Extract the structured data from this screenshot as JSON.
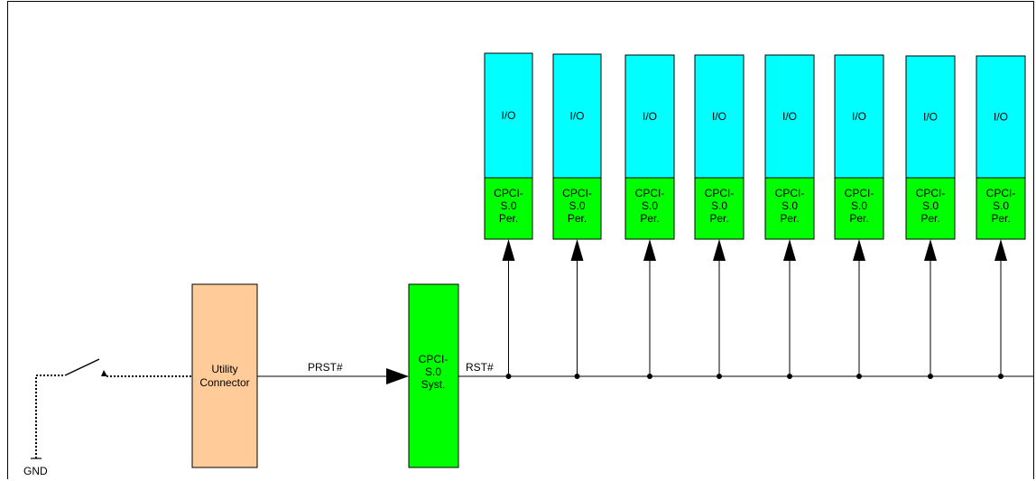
{
  "colors": {
    "io_fill": "#00ffff",
    "peripheral_fill": "#00ff00",
    "system_fill": "#00ff00",
    "utility_fill": "#ffcc99",
    "line": "#000000"
  },
  "utility_connector": {
    "lines": [
      "Utility",
      "Connector"
    ]
  },
  "system_board": {
    "lines": [
      "CPCI-",
      "S.0",
      "Syst."
    ]
  },
  "signals": {
    "prst": "PRST#",
    "rst": "RST#"
  },
  "ground": {
    "label": "GND"
  },
  "slots": [
    {
      "io_label": "I/O",
      "per_lines": [
        "CPCI-",
        "S.0",
        "Per."
      ]
    },
    {
      "io_label": "I/O",
      "per_lines": [
        "CPCI-",
        "S.0",
        "Per."
      ]
    },
    {
      "io_label": "I/O",
      "per_lines": [
        "CPCI-",
        "S.0",
        "Per."
      ]
    },
    {
      "io_label": "I/O",
      "per_lines": [
        "CPCI-",
        "S.0",
        "Per."
      ]
    },
    {
      "io_label": "I/O",
      "per_lines": [
        "CPCI-",
        "S.0",
        "Per."
      ]
    },
    {
      "io_label": "I/O",
      "per_lines": [
        "CPCI-",
        "S.0",
        "Per."
      ]
    },
    {
      "io_label": "I/O",
      "per_lines": [
        "CPCI-",
        "S.0",
        "Per."
      ]
    },
    {
      "io_label": "I/O",
      "per_lines": [
        "CPCI-",
        "S.0",
        "Per."
      ]
    }
  ]
}
